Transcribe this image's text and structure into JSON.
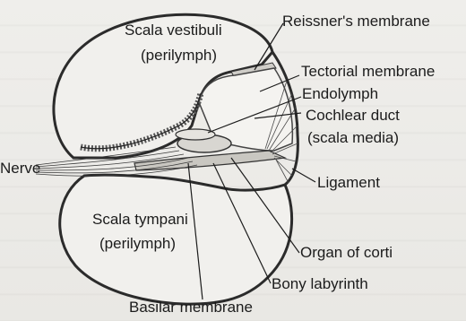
{
  "labels": {
    "scala_vestibuli": "Scala vestibuli",
    "scala_vestibuli_sub": "(perilymph)",
    "reissners_membrane": "Reissner's membrane",
    "tectorial_membrane": "Tectorial membrane",
    "endolymph": "Endolymph",
    "cochlear_duct": "Cochlear duct",
    "cochlear_duct_sub": "(scala media)",
    "nerve": "Nerve",
    "ligament": "Ligament",
    "scala_tympani": "Scala tympani",
    "scala_tympani_sub": "(perilymph)",
    "organ_of_corti": "Organ of corti",
    "bony_labyrinth": "Bony labyrinth",
    "basilar_membrane": "Basilar membrane"
  }
}
